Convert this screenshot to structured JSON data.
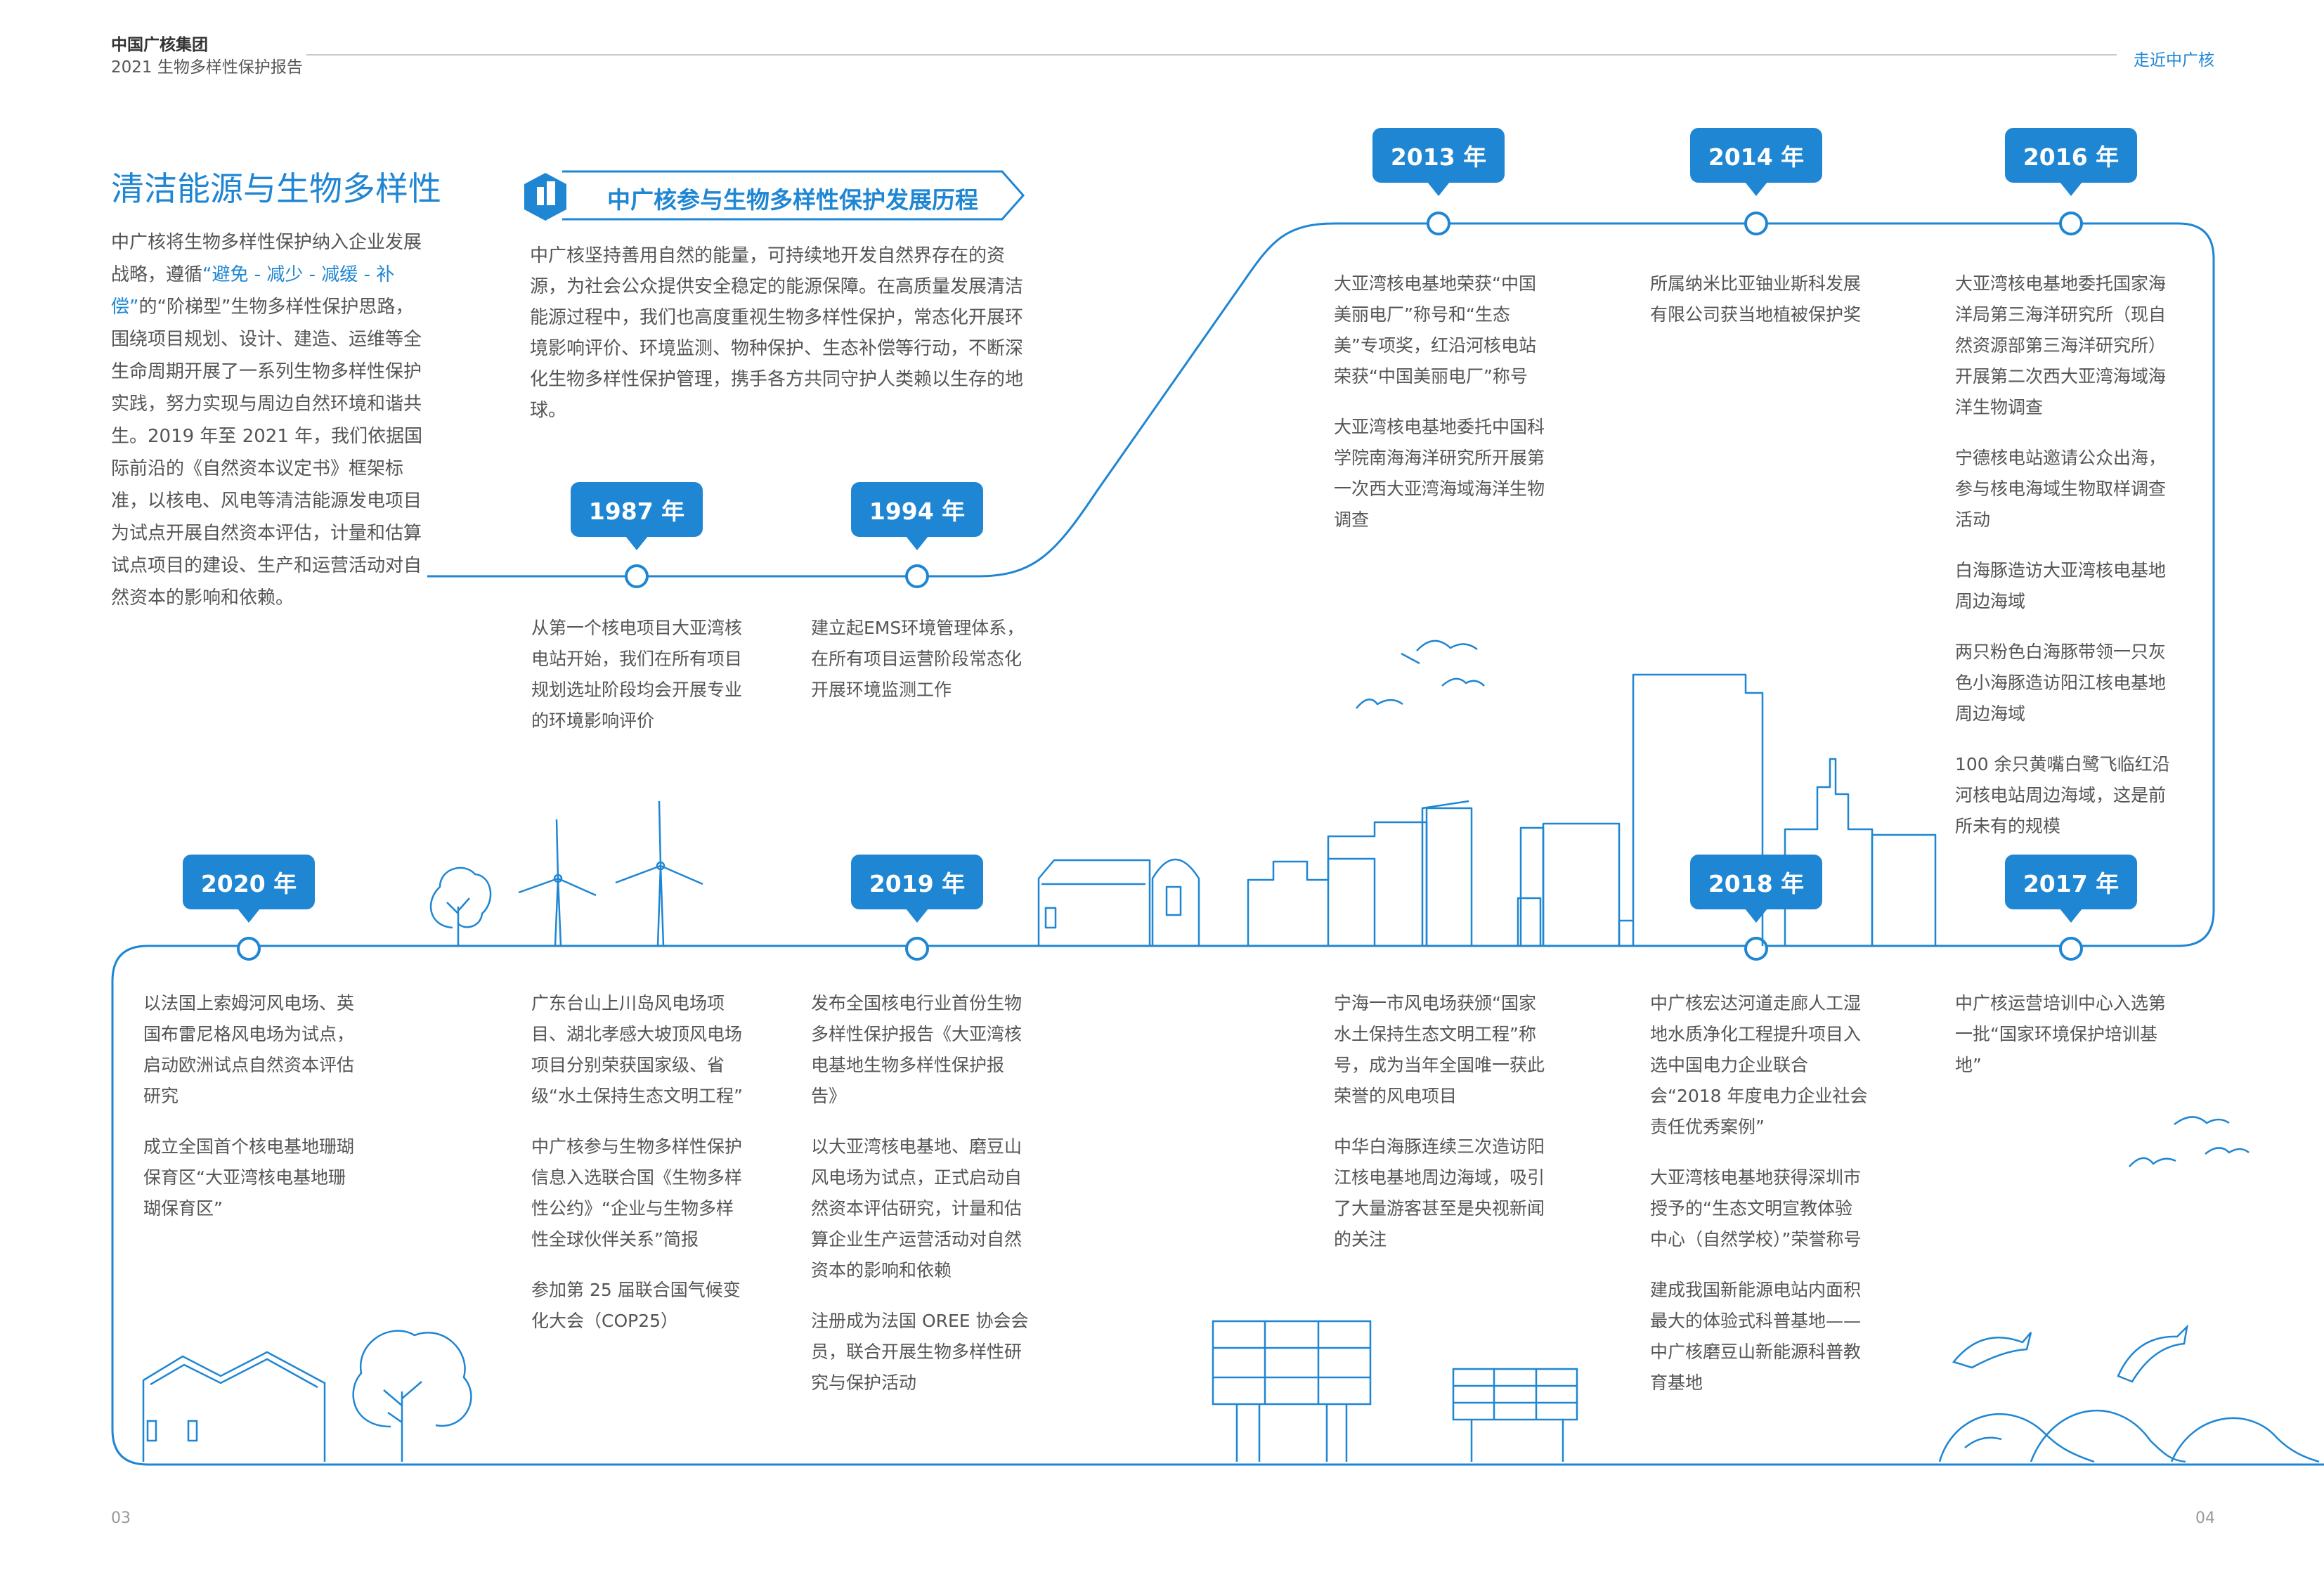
{
  "header": {
    "org": "中国广核集团",
    "report": "2021 生物多样性保护报告",
    "section": "走近中广核"
  },
  "pages": {
    "left": "03",
    "right": "04"
  },
  "main_title": "清洁能源与生物多样性",
  "intro": {
    "part1": "中广核将生物多样性保护纳入企业发展战略，遵循",
    "highlight": "“避免 - 减少 - 减缓 - 补偿”",
    "part2": "的“阶梯型”生物多样性保护思路，围绕项目规划、设计、建造、运维等全生命周期开展了一系列生物多样性保护实践，努力实现与周边自然环境和谐共生。2019 年至 2021 年，我们依据国际前沿的《自然资本议定书》框架标准，以核电、风电等清洁能源发电项目为试点开展自然资本评估，计量和估算试点项目的建设、生产和运营活动对自然资本的影响和依赖。"
  },
  "timeline_title": "中广核参与生物多样性保护发展历程",
  "timeline_lead": "中广核坚持善用自然的能量，可持续地开发自然界存在的资源，为社会公众提供安全稳定的能源保障。在高质量发展清洁能源过程中，我们也高度重视生物多样性保护，常态化开展环境影响评价、环境监测、物种保护、生态补偿等行动，不断深化生物多样性保护管理，携手各方共同守护人类赖以生存的地球。",
  "years": [
    {
      "label": "1987 年",
      "events": [
        "从第一个核电项目大亚湾核电站开始，我们在所有项目规划选址阶段均会开展专业的环境影响评价"
      ]
    },
    {
      "label": "1994 年",
      "events": [
        "建立起EMS环境管理体系，在所有项目运营阶段常态化开展环境监测工作"
      ]
    },
    {
      "label": "2013 年",
      "events": [
        "大亚湾核电基地荣获“中国美丽电厂”称号和“生态美”专项奖，红沿河核电站荣获“中国美丽电厂”称号",
        "大亚湾核电基地委托中国科学院南海海洋研究所开展第一次西大亚湾海域海洋生物调查"
      ]
    },
    {
      "label": "2014 年",
      "events": [
        "所属纳米比亚铀业斯科发展有限公司获当地植被保护奖"
      ]
    },
    {
      "label": "2016 年",
      "events": [
        "大亚湾核电基地委托国家海洋局第三海洋研究所（现自然资源部第三海洋研究所）开展第二次西大亚湾海域海洋生物调查",
        "宁德核电站邀请公众出海，参与核电海域生物取样调查活动",
        "白海豚造访大亚湾核电基地周边海域",
        "两只粉色白海豚带领一只灰色小海豚造访阳江核电基地周边海域",
        "100 余只黄嘴白鹭飞临红沿河核电站周边海域，这是前所未有的规模"
      ]
    },
    {
      "label": "2020 年",
      "events": [
        "以法国上索姆河风电场、英国布雷尼格风电场为试点，启动欧洲试点自然资本评估研究",
        "成立全国首个核电基地珊瑚保育区“大亚湾核电基地珊瑚保育区”"
      ]
    },
    {
      "label": "",
      "events": [
        "广东台山上川岛风电场项目、湖北孝感大坡顶风电场项目分别荣获国家级、省级“水土保持生态文明工程”",
        "中广核参与生物多样性保护信息入选联合国《生物多样性公约》“企业与生物多样性全球伙伴关系”简报",
        "参加第 25 届联合国气候变化大会（COP25）"
      ]
    },
    {
      "label": "2019 年",
      "events": [
        "发布全国核电行业首份生物多样性保护报告《大亚湾核电基地生物多样性保护报告》",
        "以大亚湾核电基地、磨豆山风电场为试点，正式启动自然资本评估研究，计量和估算企业生产运营活动对自然资本的影响和依赖",
        "注册成为法国 OREE 协会会员，联合开展生物多样性研究与保护活动"
      ]
    },
    {
      "label": "",
      "events": [
        "宁海一市风电场获颁“国家水土保持生态文明工程”称号，成为当年全国唯一获此荣誉的风电项目",
        "中华白海豚连续三次造访阳江核电基地周边海域，吸引了大量游客甚至是央视新闻的关注"
      ]
    },
    {
      "label": "2018 年",
      "events": [
        "中广核宏达河道走廊人工湿地水质净化工程提升项目入选中国电力企业联合会“2018 年度电力企业社会责任优秀案例”",
        "大亚湾核电基地获得深圳市授予的“生态文明宣教体验中心（自然学校）”荣誉称号",
        "建成我国新能源电站内面积最大的体验式科普基地——中广核磨豆山新能源科普教育基地"
      ]
    },
    {
      "label": "2017 年",
      "events": [
        "中广核运营培训中心入选第一批“国家环境保护培训基地”"
      ]
    }
  ],
  "colors": {
    "accent": "#1f86d3",
    "text": "#555555",
    "rule": "#c8c8c8"
  }
}
